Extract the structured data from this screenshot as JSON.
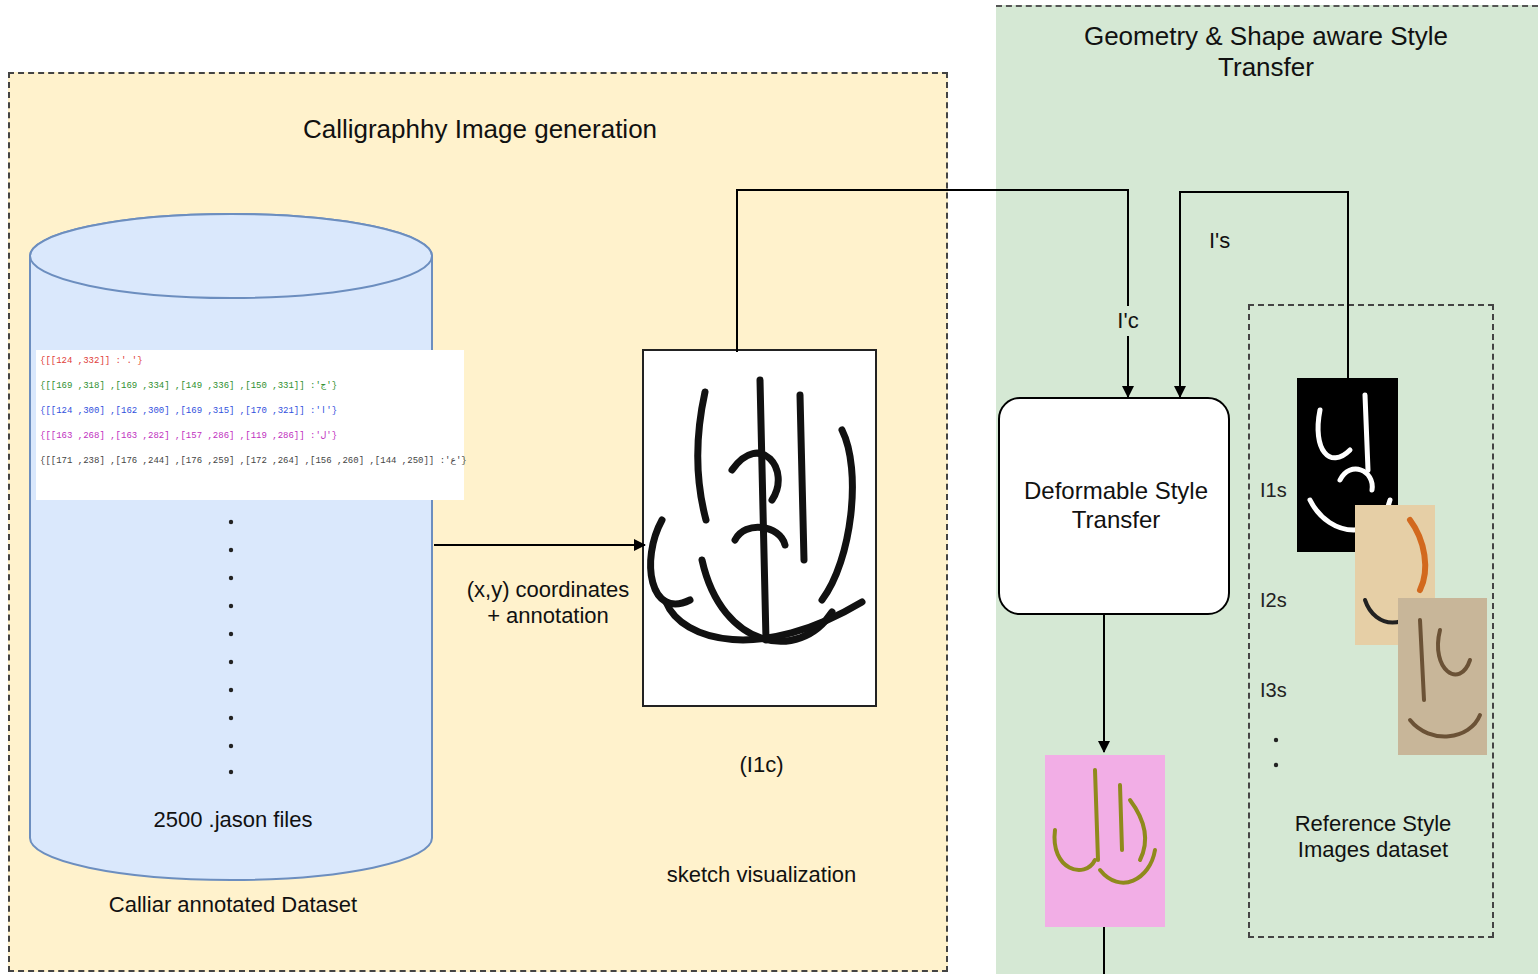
{
  "diagram": {
    "nodes": [
      {
        "text": [
          "Calligraphhy Image generation"
        ]
      },
      {
        "text": [
          "2500 .jason files",
          "Calliar annotated Dataset"
        ],
        "in": 0
      },
      {
        "text": [
          "(I1c)",
          "sketch visualization"
        ],
        "in": 0
      },
      {
        "text": [
          "Geometry & Shape aware Style Transfer"
        ]
      },
      {
        "text": [
          "Deformable Style Transfer"
        ],
        "in": 3
      },
      {
        "text": [
          "Reference Style Images dataset"
        ],
        "in": 3
      }
    ],
    "edges": [
      {
        "from": 1,
        "to": 2,
        "arrow": "to",
        "label": "(x,y) coordinates + annotation"
      },
      {
        "from": 2,
        "to": 4,
        "arrow": "to",
        "label": "I'c"
      },
      {
        "from": 5,
        "to": 4,
        "arrow": "to",
        "label": "I's"
      }
    ],
    "labels": [
      "{[[124 ,332]] :'.'}",
      "{[[169 ,318] ,[169 ,334] ,[149 ,336] ,[150 ,331]] :'ج'}",
      "{[[124 ,300] ,[162 ,300] ,[169 ,315] ,[170 ,321]] :'ا'}",
      "{[[163 ,268] ,[163 ,282] ,[157 ,286] ,[119 ,286]] :'ل'}",
      "{[[171 ,238] ,[176 ,244] ,[176 ,259] ,[172 ,264] ,[156 ,260] ,[144 ,250]] :'ع'}",
      "I1s",
      "I2s",
      "I3s"
    ]
  }
}
